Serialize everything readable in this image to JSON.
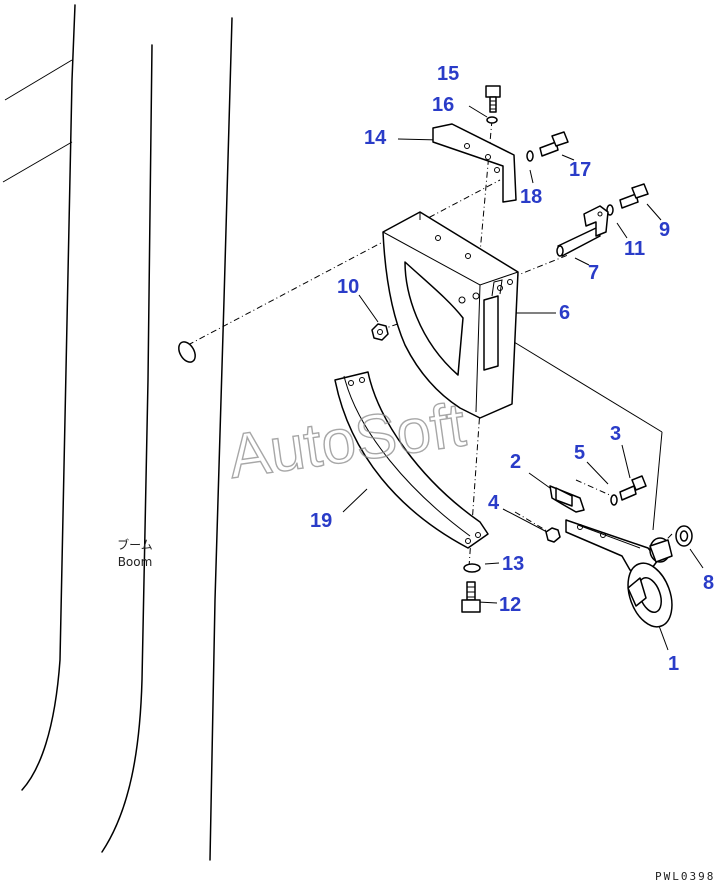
{
  "boom": {
    "label_jp": "ブーム",
    "label_en": "Boom"
  },
  "watermark": "AutoSoft",
  "drawing_code": "PWL0398",
  "callouts": {
    "c1": "1",
    "c2": "2",
    "c3": "3",
    "c4": "4",
    "c5": "5",
    "c6": "6",
    "c7": "7",
    "c8": "8",
    "c9": "9",
    "c10": "10",
    "c11": "11",
    "c12": "12",
    "c13": "13",
    "c14": "14",
    "c15": "15",
    "c16": "16",
    "c17": "17",
    "c18": "18",
    "c19": "19"
  },
  "colors": {
    "callout": "#2a3cc8",
    "line": "#000000",
    "watermark": "#8a8a8a"
  }
}
